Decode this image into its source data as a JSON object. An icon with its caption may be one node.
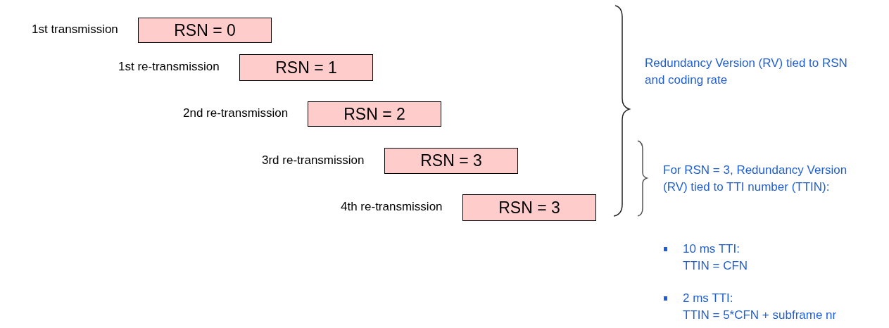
{
  "diagram": {
    "nodes": [
      {
        "text": [
          "RSN = 0"
        ],
        "beside": [
          "1st transmission"
        ]
      },
      {
        "text": [
          "RSN = 1"
        ],
        "beside": [
          "1st re-transmission"
        ]
      },
      {
        "text": [
          "RSN = 2"
        ],
        "beside": [
          "2nd re-transmission"
        ]
      },
      {
        "text": [
          "RSN = 3"
        ],
        "beside": [
          "3rd re-transmission"
        ]
      },
      {
        "text": [
          "RSN = 3"
        ],
        "beside": [
          "4th re-transmission"
        ]
      }
    ],
    "labels": [
      "Redundancy Version (RV) tied to RSN and coding rate",
      "For RSN = 3, Redundancy Version (RV) tied to TTI number (TTIN):",
      "10 ms TTI:",
      "TTIN = CFN",
      "2 ms TTI:",
      "TTIN = 5*CFN + subframe nr"
    ]
  }
}
